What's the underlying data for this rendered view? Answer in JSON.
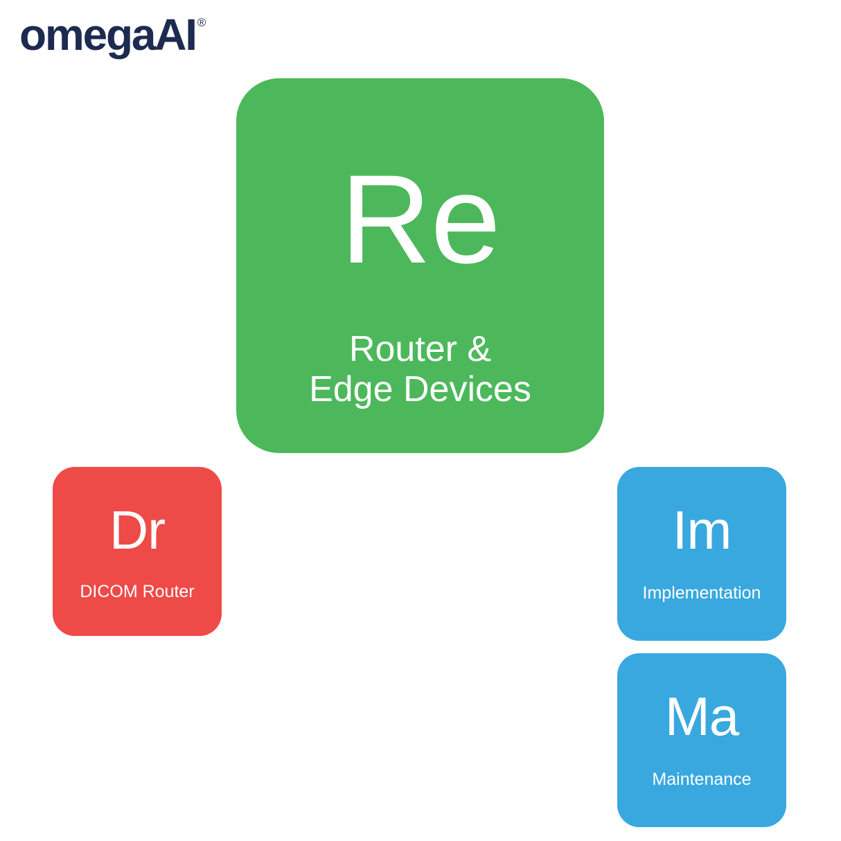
{
  "brand": {
    "wordmark": "omegaAI",
    "trademark": "®",
    "color": "#1d2b50"
  },
  "colors": {
    "background": "#ffffff",
    "primary_green": "#4cb85b",
    "accent_red": "#ee4a48",
    "accent_blue": "#39a8df",
    "tile_text": "#ffffff",
    "brand_navy": "#1d2b50"
  },
  "tiles": {
    "primary": {
      "symbol": "Re",
      "label": "Router &\nEdge Devices",
      "color": "#4cb85b"
    },
    "related": [
      {
        "symbol": "Dr",
        "label": "DICOM Router",
        "color": "#ee4a48"
      },
      {
        "symbol": "Im",
        "label": "Implementation",
        "color": "#39a8df"
      },
      {
        "symbol": "Ma",
        "label": "Maintenance",
        "color": "#39a8df"
      }
    ]
  }
}
